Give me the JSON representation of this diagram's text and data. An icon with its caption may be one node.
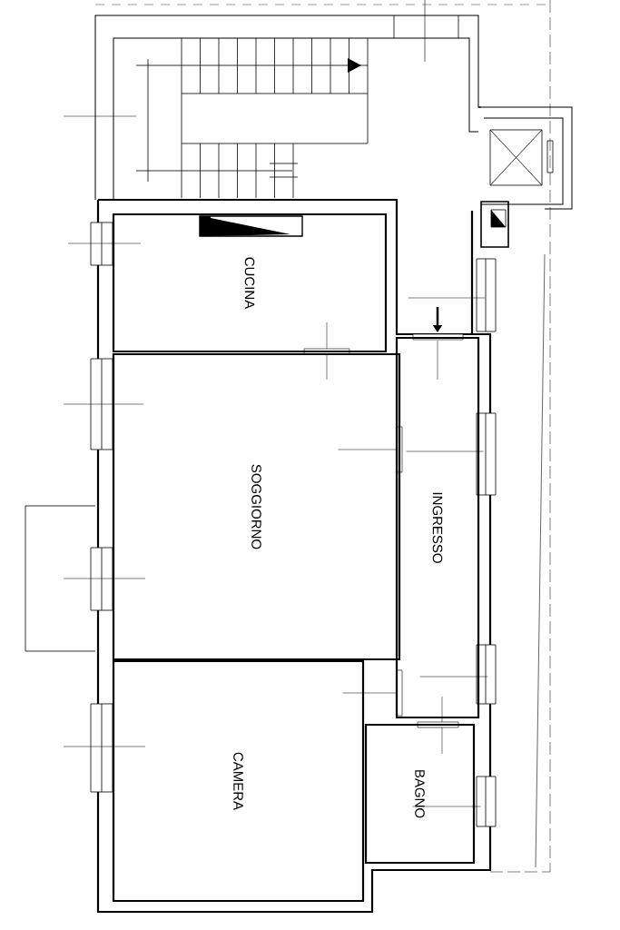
{
  "diagram": {
    "nodes": [
      {
        "text": [
          "CUCINA"
        ]
      },
      {
        "text": [
          "SOGGIORNO"
        ]
      },
      {
        "text": [
          "INGRESSO"
        ]
      },
      {
        "text": [
          "CAMERA"
        ]
      },
      {
        "text": [
          "BAGNO"
        ]
      }
    ]
  }
}
